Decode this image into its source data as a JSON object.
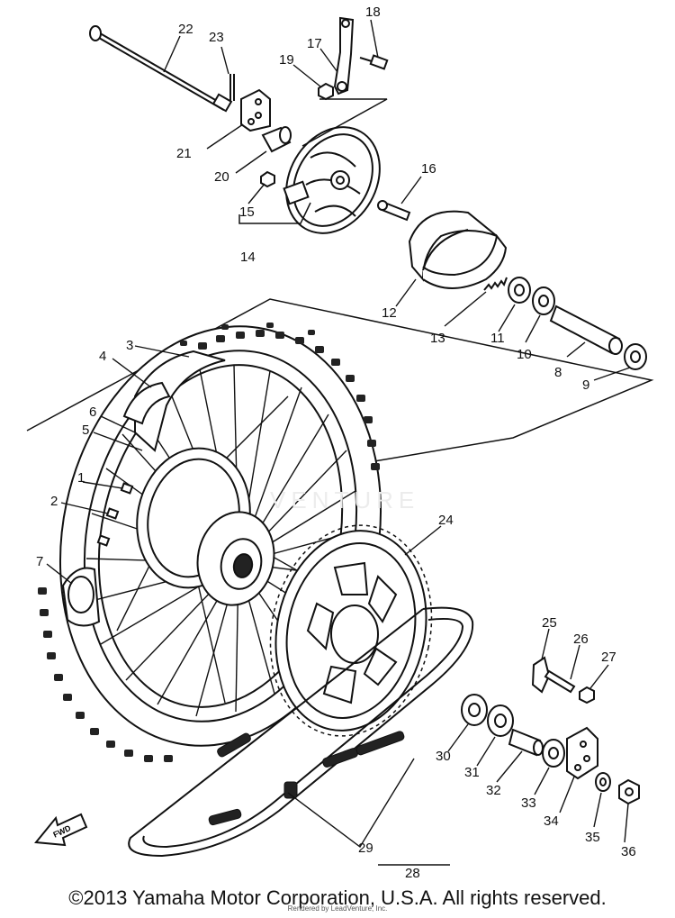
{
  "diagram": {
    "part_numbers": [
      "1",
      "2",
      "3",
      "4",
      "5",
      "6",
      "7",
      "8",
      "9",
      "10",
      "11",
      "12",
      "13",
      "14",
      "15",
      "16",
      "17",
      "18",
      "19",
      "20",
      "21",
      "22",
      "23",
      "24",
      "25",
      "26",
      "27",
      "28",
      "29",
      "30",
      "31",
      "32",
      "33",
      "34",
      "35",
      "36"
    ],
    "fwd_label": "FWD"
  },
  "footer": {
    "copyright": "©2013 Yamaha Motor Corporation, U.S.A. All rights reserved.",
    "rendered_by": "Rendered by LeadVenture, Inc."
  },
  "watermark": "VENTURE"
}
